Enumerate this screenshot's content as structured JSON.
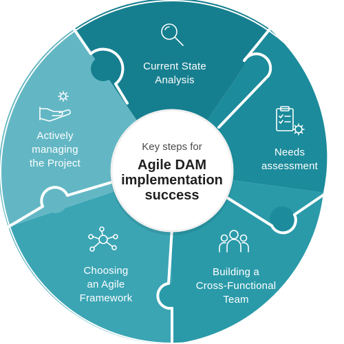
{
  "center": {
    "subtitle": "Key steps for",
    "title_lines": [
      "Agile DAM",
      "implementation",
      "success"
    ]
  },
  "segments": [
    {
      "label_lines": [
        "Current State",
        "Analysis"
      ],
      "icon": "magnifier-icon",
      "color": "#167f8f"
    },
    {
      "label_lines": [
        "Needs",
        "assessment"
      ],
      "icon": "checklist-gear-icon",
      "color": "#1c8b9b"
    },
    {
      "label_lines": [
        "Building a",
        "Cross-Functional",
        "Team"
      ],
      "icon": "team-icon",
      "color": "#2a9aa9"
    },
    {
      "label_lines": [
        "Choosing",
        "an Agile",
        "Framework"
      ],
      "icon": "network-icon",
      "color": "#3ba5b4"
    },
    {
      "label_lines": [
        "Actively",
        "managing",
        "the Project"
      ],
      "icon": "hand-gear-icon",
      "color": "#63b7c4"
    }
  ]
}
